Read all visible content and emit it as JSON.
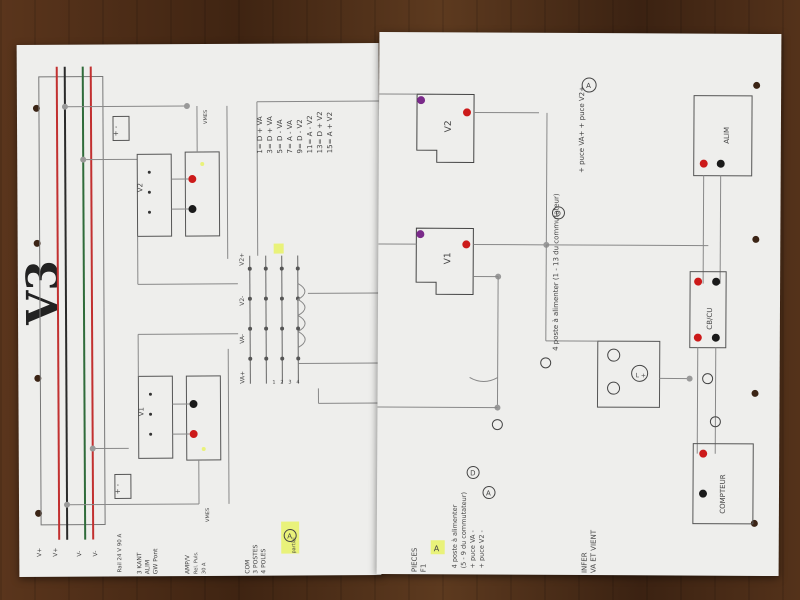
{
  "page_title": "V3",
  "bus_labels": [
    "V+",
    "V+",
    "V-",
    "V-"
  ],
  "left_labels": {
    "bus_note": "Rail 24 V 90 A",
    "relay_group": [
      "3 KANT",
      "ALIM",
      "GW Pont"
    ],
    "amp_group": [
      "AMP/V",
      "Rel. Puls.",
      "30 A"
    ],
    "com_group": [
      "COM",
      "3 POSTES",
      "4 POLES"
    ],
    "com_a": "A",
    "com_partial": "partial"
  },
  "instrument_labels": {
    "v2_left": "V2",
    "v1_left": "V1",
    "v2": "V2",
    "v1": "V1",
    "vmes_top": "VMES",
    "vmes_bottom": "VMES",
    "relay_plus": "+ -",
    "alim": "ALIM",
    "cb_cu": "CB/CU",
    "compteur": "COMPTEUR",
    "l_plus": "L +"
  },
  "switch_headers": [
    "VA+",
    "VA-",
    "V2-",
    "V2+"
  ],
  "table_rows": [
    "1= D + VA",
    "3= D + VA",
    "5= D - VA",
    "7= A - VA",
    "9= D - V2",
    "11= A - V2",
    "13= D + V2",
    "15= A + V2"
  ],
  "connector_numbers": [
    "1",
    "2",
    "3",
    "4"
  ],
  "right_notes": {
    "plot_note": "4 poste à alimenter (1 - 13 du commutateur)",
    "plot_d": "D",
    "plus_note": "+ puce VA+ + puce V2+",
    "plus_a": "A",
    "bottom_note_lines": [
      "4 poste à alimenter",
      "(5 - 9 du commutateur)",
      "+ puce VA -",
      "+ puce V2 -"
    ],
    "bottom_d": "D",
    "bottom_a": "A"
  },
  "legend": {
    "pieces": "PIECES",
    "f1": "F1",
    "a": "A",
    "infer": "INFER",
    "va_vient": "VA ET VIENT"
  },
  "colors": {
    "red_wire": "#c23030",
    "dark_wire": "#2a2a2a",
    "green_wire": "#2f6b3a",
    "highlight": "#e9f27a",
    "terminal_red": "#cc1a1a",
    "terminal_purple": "#7a2a8a",
    "paper": "#eeeeec"
  }
}
